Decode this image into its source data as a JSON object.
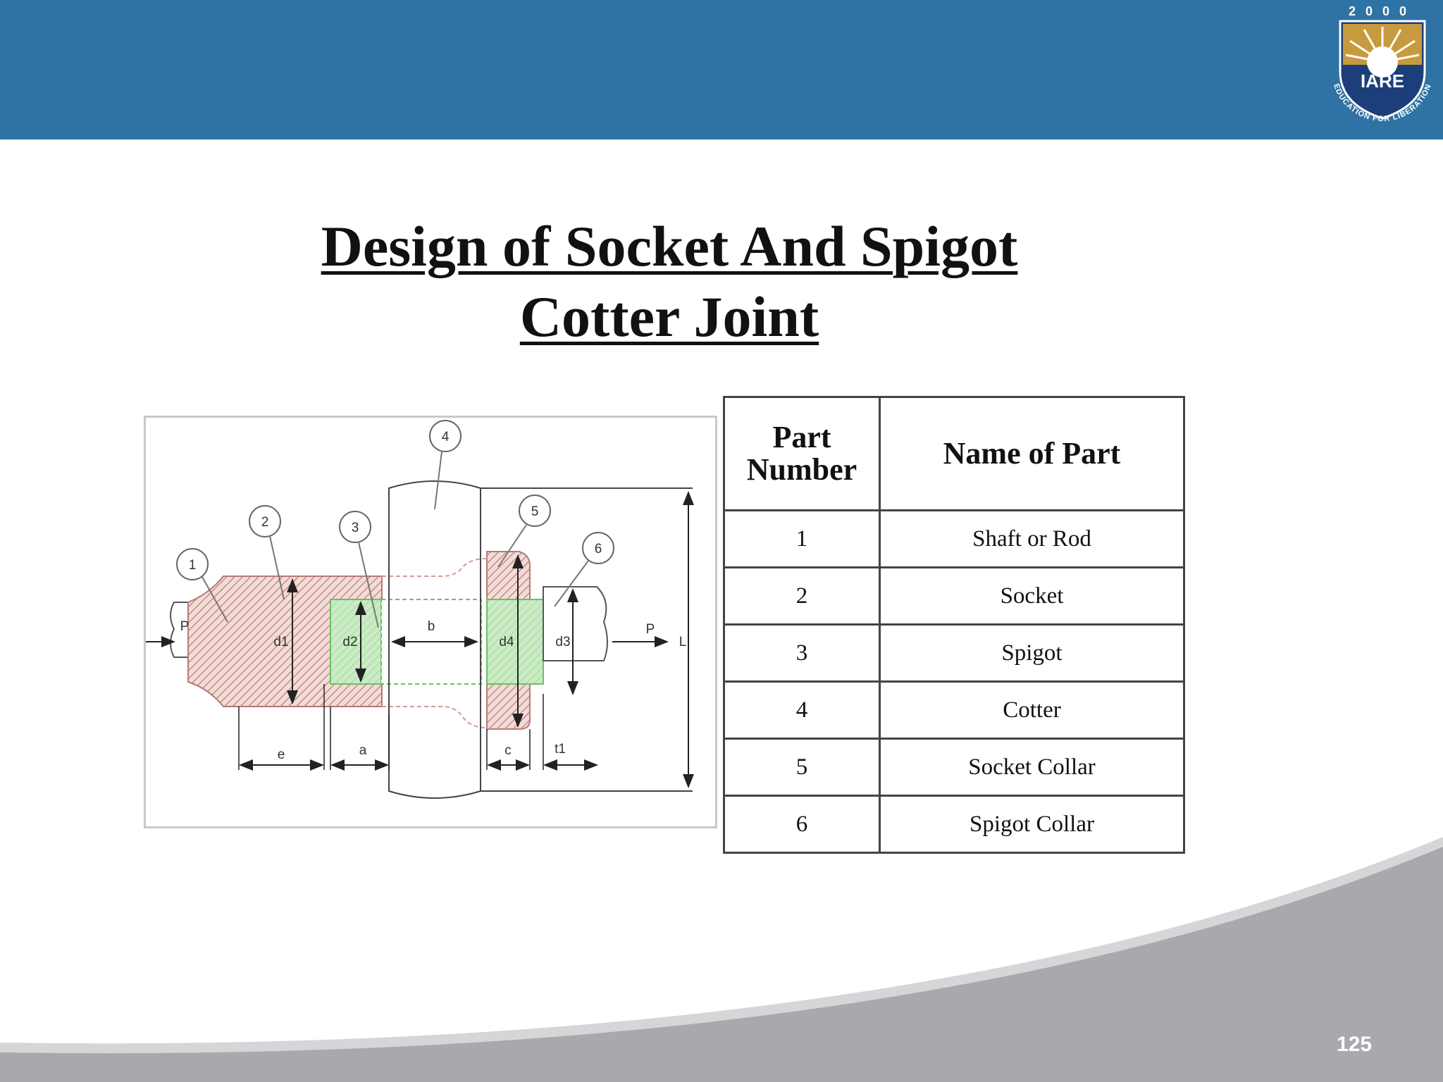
{
  "slide": {
    "title_line1": "Design of Socket And Spigot",
    "title_line2": "Cotter Joint",
    "page_number": "125"
  },
  "logo": {
    "year": "2000",
    "name": "IARE",
    "motto": "EDUCATION FOR LIBERATION",
    "icon": "sun-shield-icon"
  },
  "diagram": {
    "callouts": [
      "1",
      "2",
      "3",
      "4",
      "5",
      "6"
    ],
    "labels": {
      "force_left": "P",
      "force_right": "P",
      "length": "L",
      "d1": "d1",
      "d2": "d2",
      "d3": "d3",
      "d4": "d4",
      "b": "b",
      "e": "e",
      "a": "a",
      "c": "c",
      "t1": "t1"
    }
  },
  "table": {
    "headers": [
      "Part\nNumber",
      "Name of Part"
    ],
    "rows": [
      [
        "1",
        "Shaft or Rod"
      ],
      [
        "2",
        "Socket"
      ],
      [
        "3",
        "Spigot"
      ],
      [
        "4",
        "Cotter"
      ],
      [
        "5",
        "Socket Collar"
      ],
      [
        "6",
        "Spigot Collar"
      ]
    ]
  },
  "colors": {
    "header_blue": "#2f72a4",
    "swoosh_gray": "#a9a8ad",
    "socket_hatch": "#c98a86",
    "spigot_green": "#c9ecc4"
  }
}
